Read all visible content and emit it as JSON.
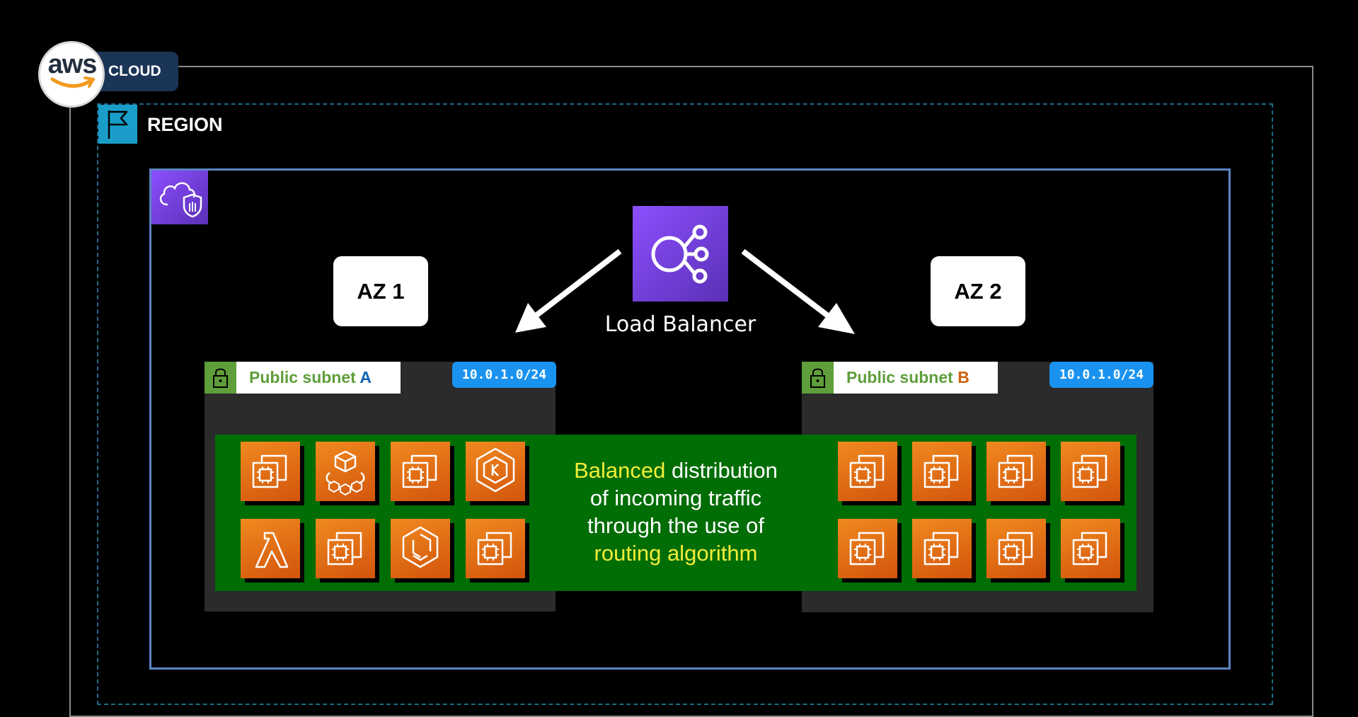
{
  "cloud": {
    "logo_text": "aws",
    "label": "CLOUD"
  },
  "region": {
    "label": "REGION"
  },
  "load_balancer": {
    "label": "Load Balancer"
  },
  "az": [
    {
      "label": "AZ 1"
    },
    {
      "label": "AZ 2"
    }
  ],
  "subnets": [
    {
      "prefix": "Public subnet ",
      "letter": "A",
      "cidr": "10.0.1.0/24"
    },
    {
      "prefix": "Public subnet ",
      "letter": "B",
      "cidr": "10.0.1.0/24"
    }
  ],
  "band": {
    "highlight_1": "Balanced",
    "line_1_rest": " distribution",
    "line_2": "of incoming traffic",
    "line_3": "through the use of",
    "highlight_2": "routing algorithm"
  },
  "services_left": [
    "ec2-icon",
    "fargate-icon",
    "ec2-icon",
    "eks-icon",
    "lambda-icon",
    "ec2-icon",
    "ecs-icon",
    "ec2-icon"
  ],
  "services_right": [
    "ec2-icon",
    "ec2-icon",
    "ec2-icon",
    "ec2-icon",
    "ec2-icon",
    "ec2-icon",
    "ec2-icon",
    "ec2-icon"
  ],
  "colors": {
    "service_orange": "#e8731a",
    "band_green": "#006d05",
    "vpc_purple": "#7b3ff2",
    "region_teal": "#1a9ec9",
    "subnet_green": "#5f9e3a",
    "cidr_blue": "#1a93f0"
  }
}
